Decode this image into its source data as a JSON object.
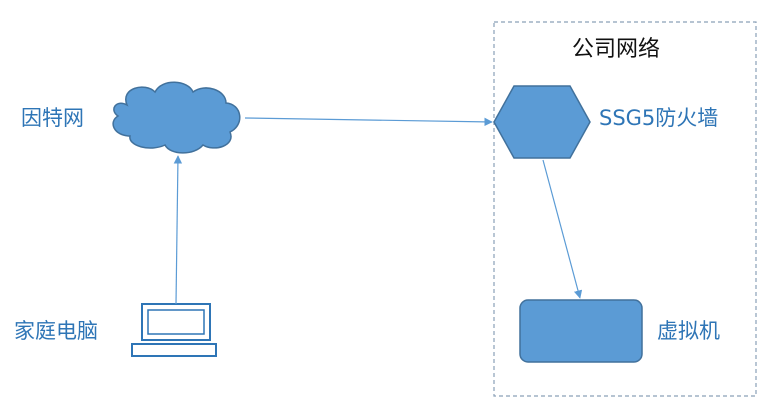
{
  "labels": {
    "company_network": "公司网络",
    "internet": "因特网",
    "firewall": "SSG5防火墙",
    "home_pc": "家庭电脑",
    "vm": "虚拟机"
  },
  "icons": {
    "internet": "cloud-icon",
    "firewall": "hexagon-icon",
    "home_pc": "laptop-icon",
    "vm": "server-icon"
  },
  "colors": {
    "node_fill": "#5b9bd5",
    "node_stroke": "#41719c",
    "connector": "#5b9bd5",
    "label_text": "#2e75b6",
    "title_text": "#111111",
    "boundary": "#8aa0b8"
  }
}
